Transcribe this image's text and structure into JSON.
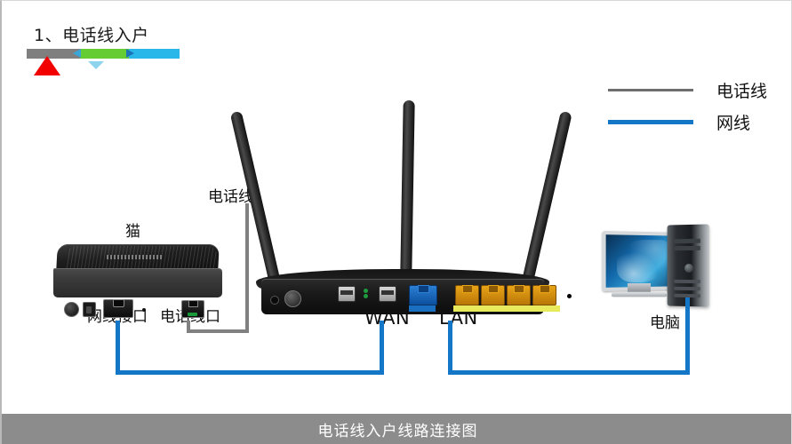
{
  "step": {
    "title": "1、电话线入户",
    "progress": {
      "segments": [
        {
          "name": "completed",
          "color": "#7f7f7f"
        },
        {
          "name": "current",
          "color": "#66cc33"
        },
        {
          "name": "upcoming",
          "color": "#29b6e8"
        }
      ],
      "marker_color": "#f20000"
    }
  },
  "legend": {
    "items": [
      {
        "label": "电话线",
        "color": "#6e6e6e",
        "icon": "phone-line-swatch"
      },
      {
        "label": "网线",
        "color": "#1476c6",
        "icon": "network-cable-swatch"
      }
    ]
  },
  "labels": {
    "modem": "猫",
    "modem_lan_port": "网线接口",
    "modem_phone_port": "电话线口",
    "phone_line": "电话线",
    "router_wan": "WAN",
    "router_lan": "LAN",
    "computer": "电脑"
  },
  "caption": "电话线入户线路连接图",
  "colors": {
    "network_cable": "#1476c6",
    "phone_cable": "#808080",
    "wan_port": "#1b6fc5",
    "lan_port": "#e8a317",
    "caption_bar": "#8c8c8c"
  }
}
